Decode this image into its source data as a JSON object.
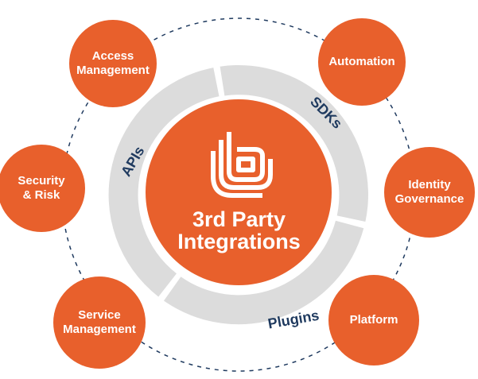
{
  "diagram": {
    "center": {
      "label": "3rd Party\nIntegrations",
      "icon": "logo-icon"
    },
    "ring_labels": {
      "apis": "APIs",
      "sdks": "SDKs",
      "plugins": "Plugins"
    },
    "nodes": {
      "access_management": "Access\nManagement",
      "automation": "Automation",
      "security_risk": "Security\n& Risk",
      "identity_governance": "Identity\nGovernance",
      "service_management": "Service\nManagement",
      "platform": "Platform"
    },
    "colors": {
      "orange": "#e8602c",
      "ring_gray": "#dcdcdc",
      "navy": "#1f3a5f",
      "white": "#ffffff"
    }
  }
}
